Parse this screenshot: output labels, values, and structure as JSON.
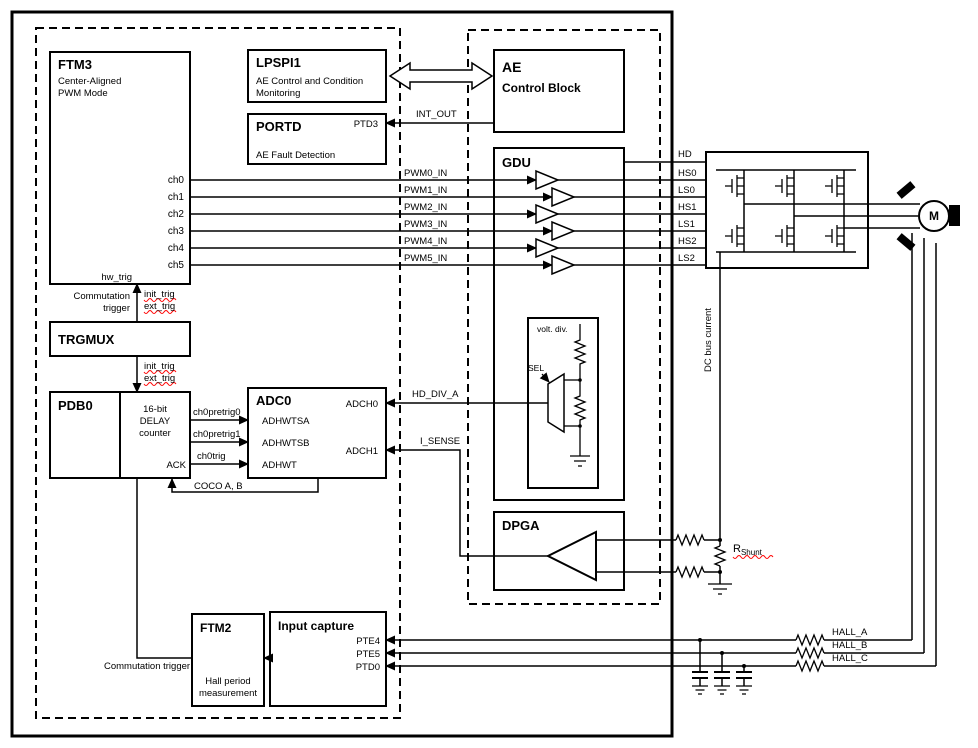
{
  "colors": {
    "wire": "#000000",
    "squiggle": "#ff0000",
    "block_fill": "#ffffff"
  },
  "blocks": {
    "ftm3": {
      "title": "FTM3",
      "mode1": "Center-Aligned",
      "mode2": "PWM Mode",
      "hw_trig": "hw_trig",
      "channels": [
        "ch0",
        "ch1",
        "ch2",
        "ch3",
        "ch4",
        "ch5"
      ]
    },
    "lpspi1": {
      "title": "LPSPI1",
      "desc1": "AE Control and Condition",
      "desc2": "Monitoring"
    },
    "portd": {
      "title": "PORTD",
      "pin_ptd3": "PTD3",
      "desc": "AE Fault Detection"
    },
    "ae": {
      "title": "AE",
      "subtitle": "Control Block"
    },
    "gdu": {
      "title": "GDU",
      "voltdiv_label": "volt. div.",
      "sel_label": "SEL"
    },
    "trgmux": {
      "title": "TRGMUX"
    },
    "pdb0": {
      "title": "PDB0",
      "counter1": "16-bit",
      "counter2": "DELAY",
      "counter3": "counter",
      "ack": "ACK"
    },
    "adc0": {
      "title": "ADC0",
      "left_pins": [
        "ADHWTSA",
        "ADHWTSB",
        "ADHWT"
      ],
      "right_pins": [
        "ADCH0",
        "ADCH1"
      ]
    },
    "dpga": {
      "title": "DPGA"
    },
    "ftm2": {
      "title": "FTM2",
      "desc1": "Hall period",
      "desc2": "measurement"
    },
    "input_capture": {
      "title": "Input capture",
      "pins": [
        "PTE4",
        "PTE5",
        "PTD0"
      ]
    },
    "motor": {
      "label": "M"
    }
  },
  "signals": {
    "int_out": "INT_OUT",
    "pwm_in": [
      "PWM0_IN",
      "PWM1_IN",
      "PWM2_IN",
      "PWM3_IN",
      "PWM4_IN",
      "PWM5_IN"
    ],
    "gdu_out": [
      "HD",
      "HS0",
      "LS0",
      "HS1",
      "LS1",
      "HS2",
      "LS2"
    ],
    "commutation1": "Commutation",
    "commutation2": "trigger",
    "commutation_bottom": "Commutation trigger",
    "init_trig": "init_trig",
    "ext_trig": "ext_trig",
    "pretrig": [
      "ch0pretrig0",
      "ch0pretrig1",
      "ch0trig"
    ],
    "coco": "COCO A, B",
    "hd_div_a": "HD_DIV_A",
    "i_sense": "I_SENSE",
    "dc_bus": "DC bus current",
    "rshunt_main": "R",
    "rshunt_sub": "Shunt",
    "hall": [
      "HALL_A",
      "HALL_B",
      "HALL_C"
    ]
  }
}
